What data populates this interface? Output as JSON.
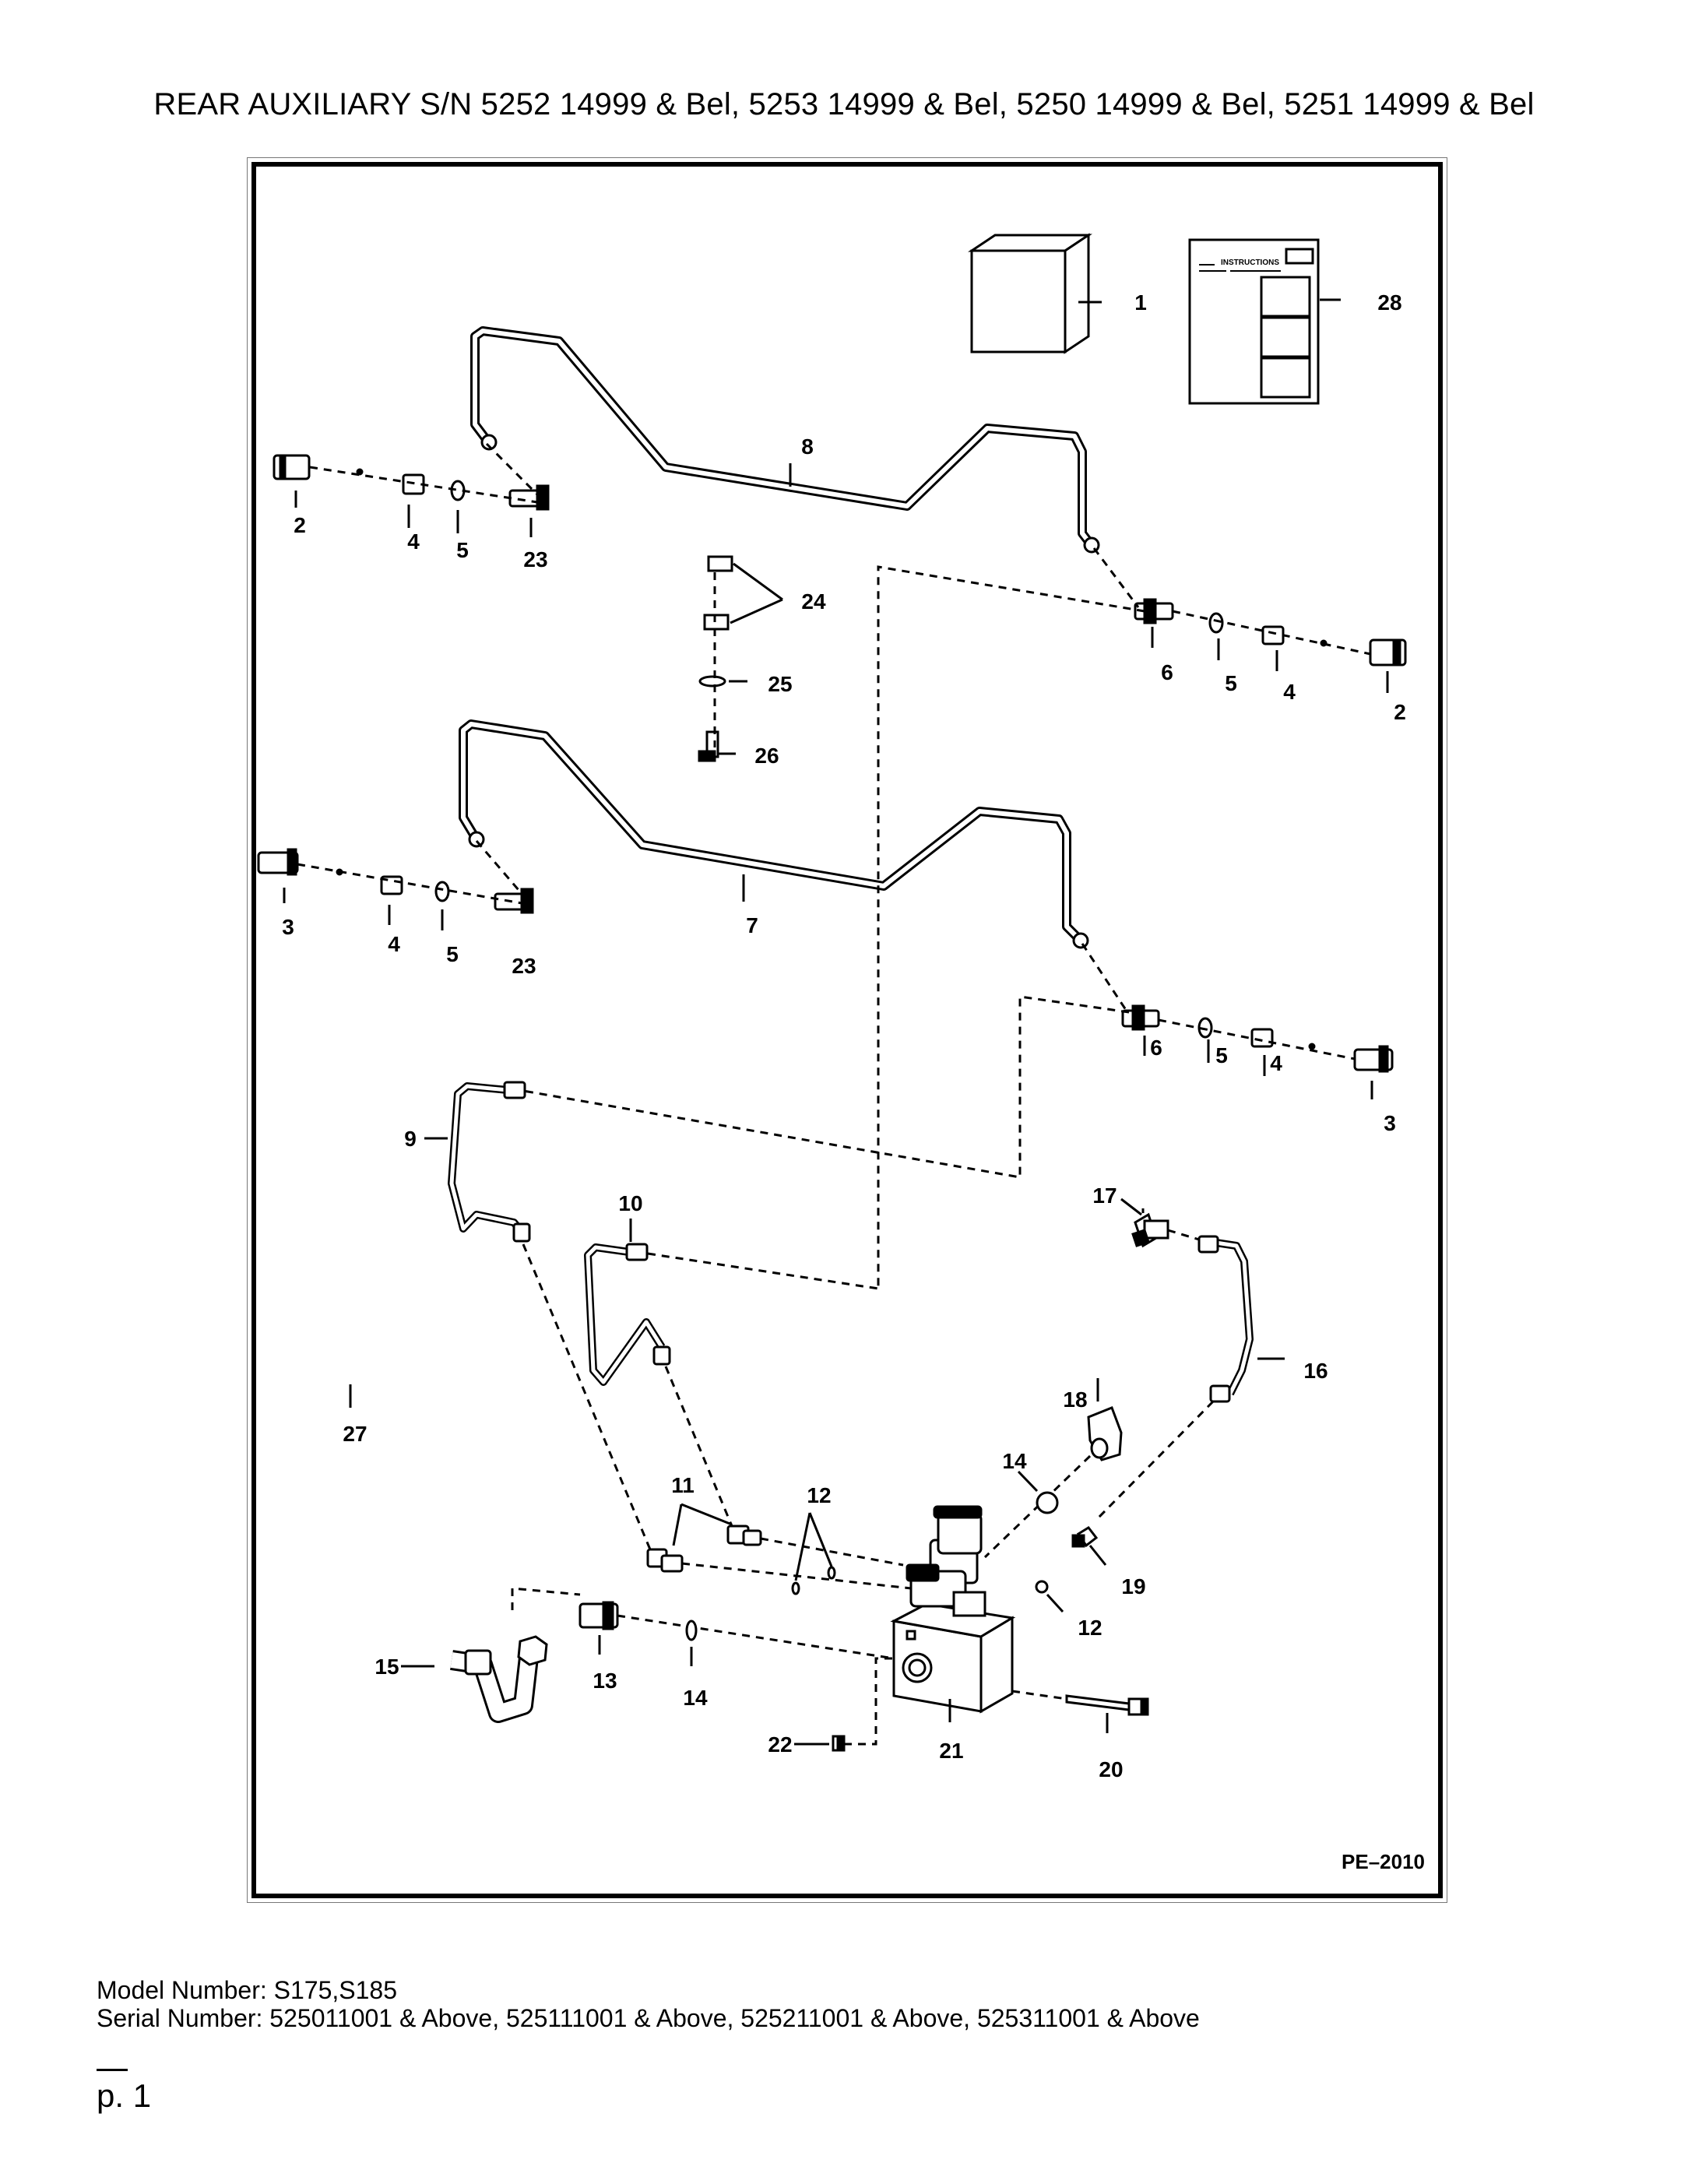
{
  "title": "REAR AUXILIARY S/N 5252 14999 & Bel, 5253 14999 & Bel, 5250 14999 & Bel, 5251 14999 & Bel",
  "figure": {
    "code": "PE–2010",
    "instructions_header": "INSTRUCTIONS",
    "callouts": {
      "c1": "1",
      "c2a": "2",
      "c2b": "2",
      "c3a": "3",
      "c3b": "3",
      "c4a": "4",
      "c4b": "4",
      "c4c": "4",
      "c4d": "4",
      "c5a": "5",
      "c5b": "5",
      "c5c": "5",
      "c5d": "5",
      "c6a": "6",
      "c6b": "6",
      "c7": "7",
      "c8": "8",
      "c9": "9",
      "c10": "10",
      "c11": "11",
      "c12a": "12",
      "c12b": "12",
      "c13": "13",
      "c14a": "14",
      "c14b": "14",
      "c15": "15",
      "c16": "16",
      "c17": "17",
      "c18": "18",
      "c19": "19",
      "c20": "20",
      "c21": "21",
      "c22": "22",
      "c23a": "23",
      "c23b": "23",
      "c24": "24",
      "c25": "25",
      "c26": "26",
      "c27": "27",
      "c28": "28"
    }
  },
  "footer": {
    "model_line": "Model Number: S175,S185",
    "serial_line": "Serial Number: 525011001 & Above, 525111001 & Above, 525211001 & Above, 525311001 & Above",
    "page": "p. 1"
  }
}
